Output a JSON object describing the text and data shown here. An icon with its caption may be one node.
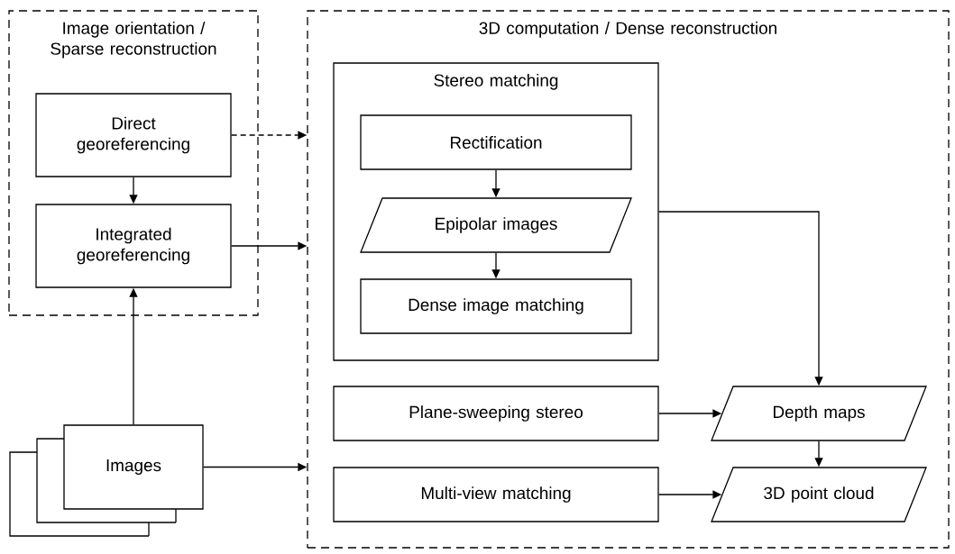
{
  "diagram": {
    "nodes": [
      {
        "text": [
          "Image orientation / Sparse reconstruction"
        ]
      },
      {
        "text": [
          "Direct georeferencing"
        ],
        "in": 0
      },
      {
        "text": [
          "Integrated georeferencing"
        ],
        "in": 0
      },
      {
        "text": [
          "3D computation / Dense reconstruction"
        ]
      },
      {
        "text": [
          "Stereo matching"
        ],
        "in": 3
      },
      {
        "text": [
          "Rectification"
        ],
        "in": 4
      },
      {
        "text": [
          "Epipolar images"
        ],
        "in": 4
      },
      {
        "text": [
          "Dense image matching"
        ],
        "in": 4
      },
      {
        "text": [
          "Plane-sweeping stereo"
        ],
        "in": 3
      },
      {
        "text": [
          "Depth maps"
        ],
        "in": 3
      },
      {
        "text": [
          "Multi-view matching"
        ],
        "in": 3
      },
      {
        "text": [
          "3D point cloud"
        ],
        "in": 3
      },
      {
        "text": [
          "Images"
        ]
      }
    ],
    "edges": [
      {
        "from": 1,
        "to": 2,
        "arrow": "to"
      },
      {
        "from": 1,
        "to": 3,
        "arrow": "to",
        "style": "dashed"
      },
      {
        "from": 2,
        "to": 3,
        "arrow": "to"
      },
      {
        "from": 12,
        "to": 2,
        "arrow": "to"
      },
      {
        "from": 12,
        "to": 3,
        "arrow": "to"
      },
      {
        "from": 5,
        "to": 6,
        "arrow": "to"
      },
      {
        "from": 6,
        "to": 7,
        "arrow": "to"
      },
      {
        "from": 4,
        "to": 9,
        "arrow": "to"
      },
      {
        "from": 8,
        "to": 9,
        "arrow": "to"
      },
      {
        "from": 9,
        "to": 11,
        "arrow": "to"
      },
      {
        "from": 10,
        "to": 11,
        "arrow": "to"
      }
    ]
  }
}
